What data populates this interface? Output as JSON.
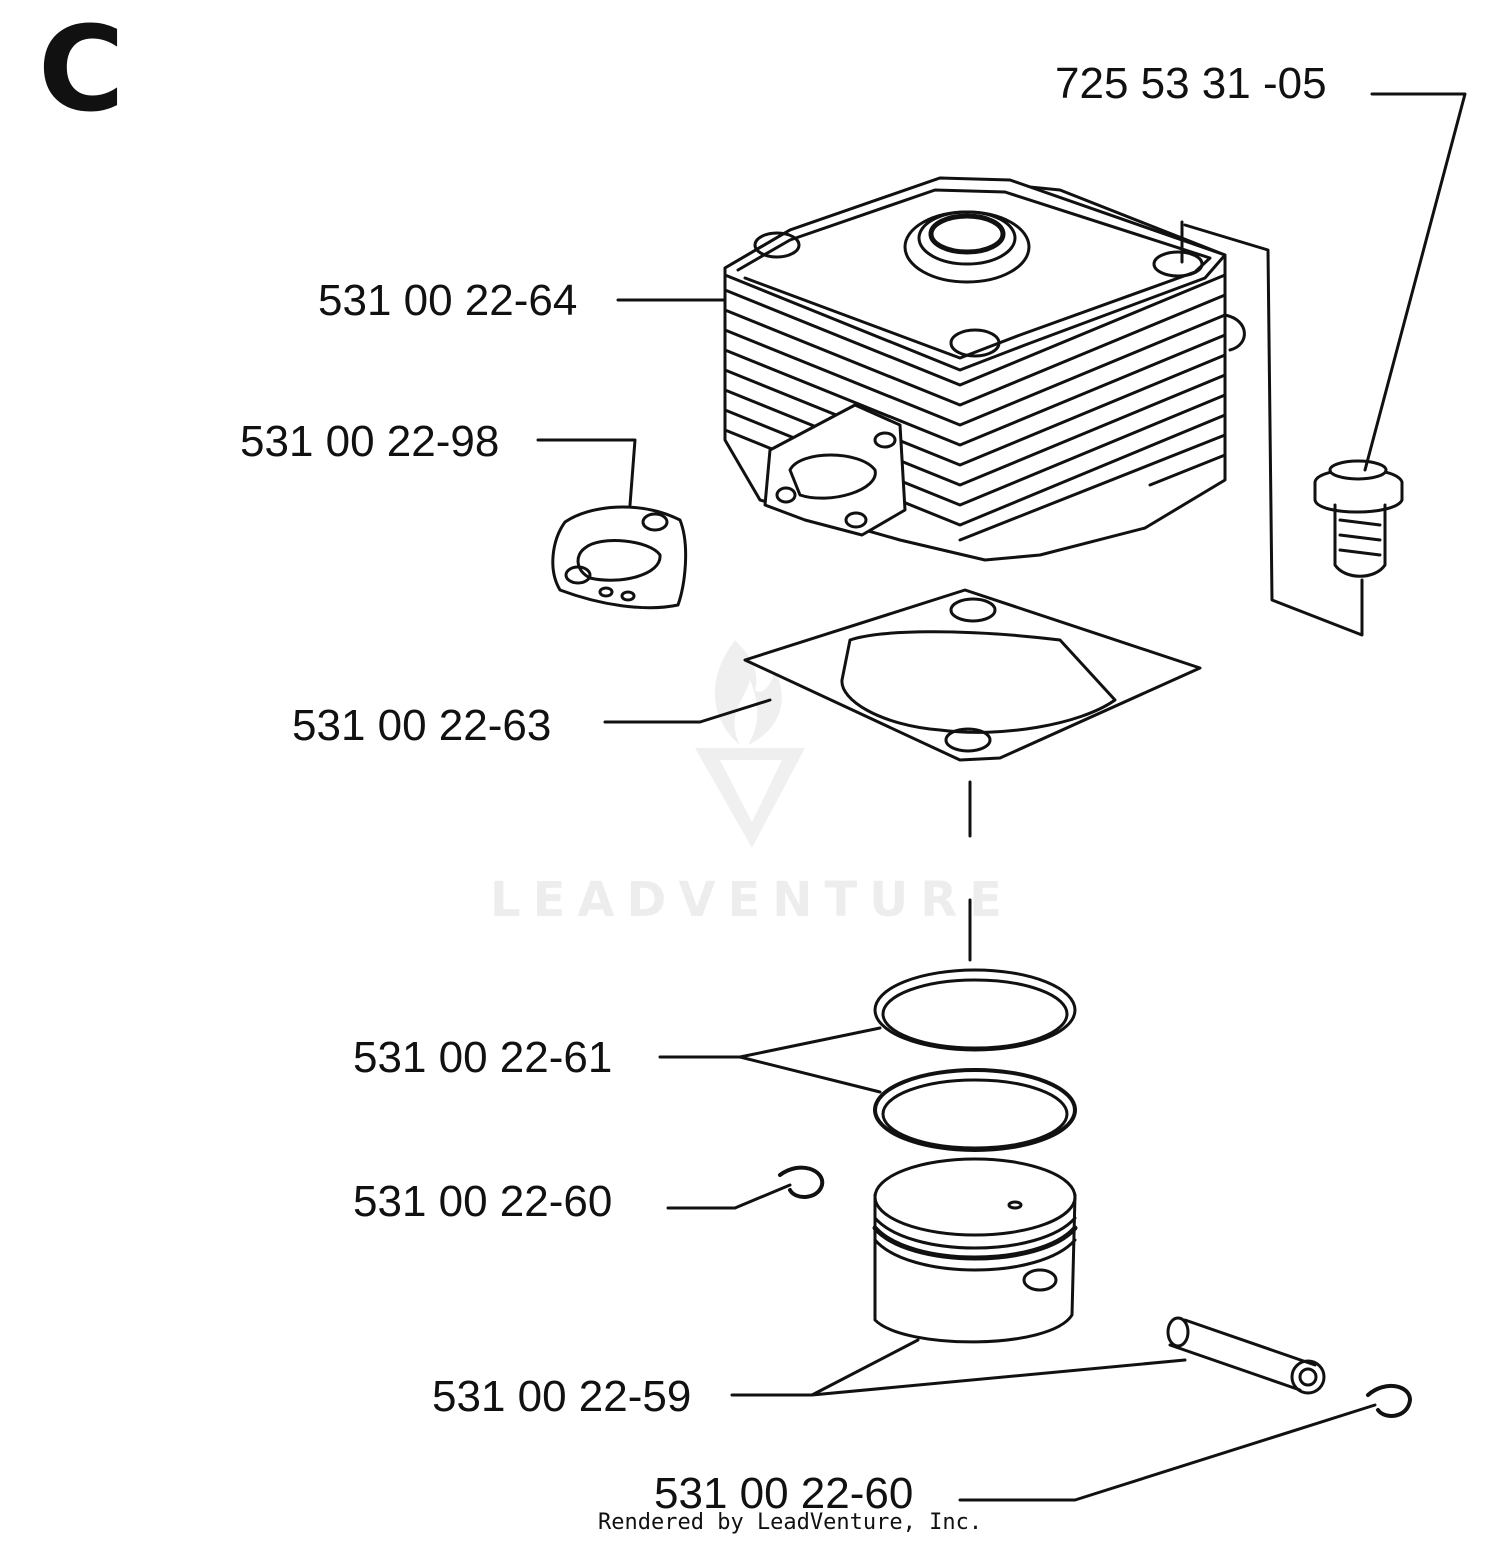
{
  "section": {
    "letter": "C"
  },
  "parts": [
    {
      "id": "bolt",
      "number": "725 53 31 -05"
    },
    {
      "id": "cylinder",
      "number": "531 00 22-64"
    },
    {
      "id": "intake-gasket",
      "number": "531 00 22-98"
    },
    {
      "id": "cylinder-base-gasket",
      "number": "531 00 22-63"
    },
    {
      "id": "piston-ring",
      "number": "531 00 22-61"
    },
    {
      "id": "circlip-left",
      "number": "531 00 22-60"
    },
    {
      "id": "piston-and-pin",
      "number": "531 00 22-59"
    },
    {
      "id": "circlip-right",
      "number": "531 00 22-60"
    }
  ],
  "footer": {
    "credit": "Rendered by LeadVenture, Inc."
  },
  "watermark": {
    "brand": "LEADVENTURE"
  },
  "colors": {
    "ink": "#111111",
    "paper": "#ffffff",
    "watermark": "#e6e6e6"
  }
}
